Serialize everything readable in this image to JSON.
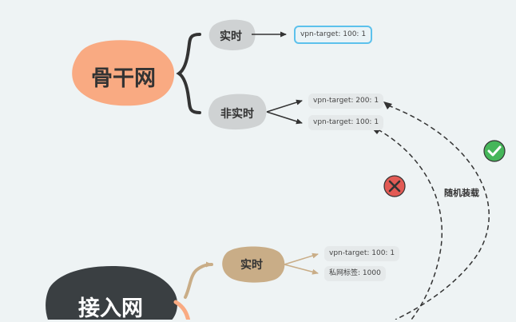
{
  "backbone": {
    "title": "骨干网",
    "realtime": {
      "label": "实时",
      "target": "vpn-target: 100: 1"
    },
    "non_realtime": {
      "label": "非实时",
      "targets": [
        "vpn-target: 200: 1",
        "vpn-target: 100: 1"
      ]
    }
  },
  "access": {
    "title": "接入网",
    "realtime": {
      "label": "实时",
      "target": "vpn-target: 100: 1",
      "private_tag": "私网标签: 1000"
    }
  },
  "annotation": {
    "label": "随机装载"
  },
  "status": {
    "correct": {
      "icon": "check-icon",
      "color": "#46b65a"
    },
    "wrong": {
      "icon": "cross-icon",
      "color": "#e25a54"
    }
  },
  "colors": {
    "backbone_node": "#f9aa82",
    "access_node": "#3a3f42",
    "access_branch": "#c9ad87",
    "gray_node": "#cfd2d3",
    "selection": "#5cc1ec"
  }
}
